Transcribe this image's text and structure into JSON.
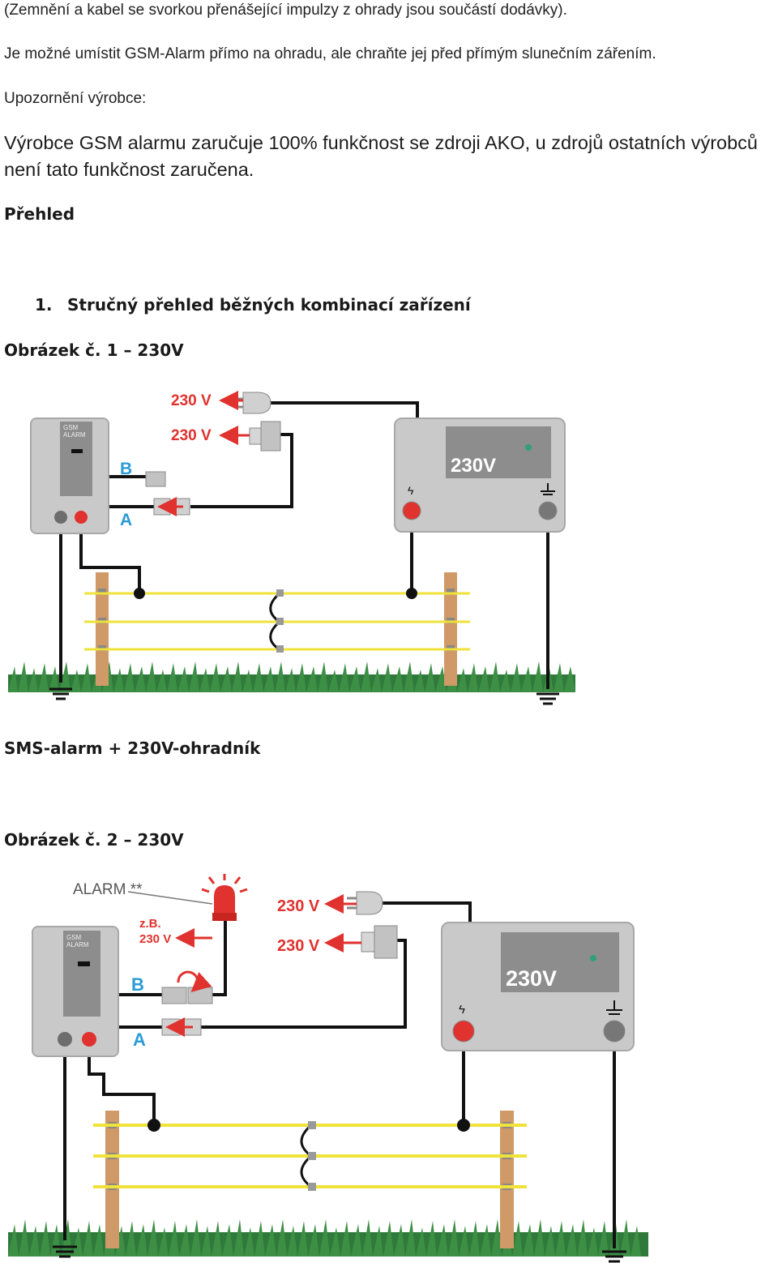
{
  "paragraphs": {
    "p1": "(Zemnění a kabel se svorkou přenášející impulzy z ohrady jsou součástí dodávky).",
    "p2": "Je možné umístit GSM-Alarm přímo na ohradu, ale chraňte jej před přímým slunečním zářením.",
    "p3": "Upozornění výrobce:",
    "p4": "Výrobce GSM alarmu zaručuje 100% funkčnost se zdroji AKO, u zdrojů ostatních výrobců není tato funkčnost zaručena."
  },
  "headings": {
    "overview": "Přehled",
    "section1_number": "1.",
    "section1_title": "Stručný přehled běžných kombinací zařízení",
    "figure1_title": "Obrázek č. 1 – 230V",
    "figure1_caption": "SMS-alarm + 230V-ohradník",
    "figure2_title": "Obrázek č. 2 – 230V"
  },
  "figure1": {
    "label_230v_plug": "230 V",
    "label_230v_adapter": "230 V",
    "gsm_label_line1": "GSM",
    "gsm_label_line2": "ALARM",
    "terminal_b": "B",
    "terminal_a": "A",
    "energizer_display": "230V"
  },
  "figure2": {
    "alarm_label": "ALARM **",
    "zb_label_line1": "z.B.",
    "zb_label_line2": "230 V",
    "label_230v_plug": "230 V",
    "label_230v_adapter": "230 V",
    "gsm_label_line1": "GSM",
    "gsm_label_line2": "ALARM",
    "terminal_b": "B",
    "terminal_a": "A",
    "energizer_display": "230V"
  },
  "colors": {
    "red_label": "#e0322e",
    "blue_label": "#2a9bd6",
    "device_gray": "#c9c9c9",
    "wire_yellow": "#efe23a",
    "post_wood": "#cf9a67",
    "grass": "#2f7a3a"
  }
}
